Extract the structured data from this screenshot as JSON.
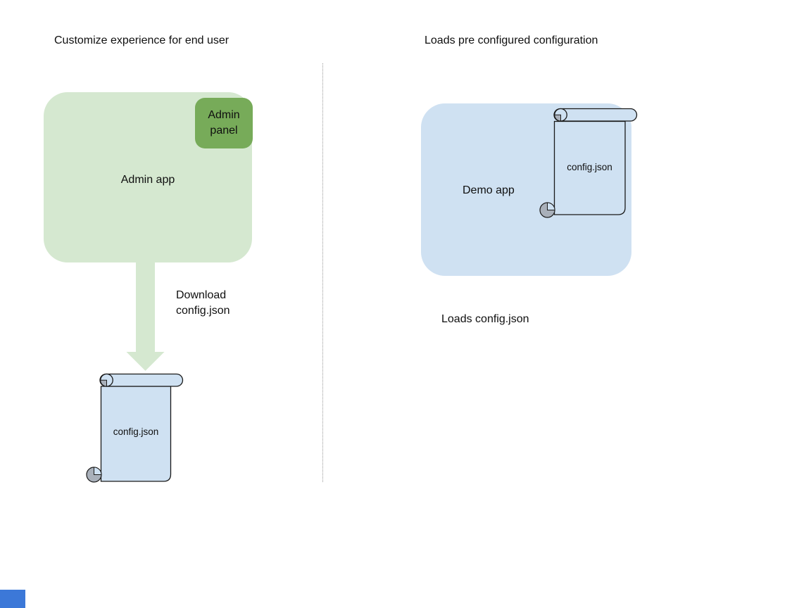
{
  "left_section": {
    "title": "Customize experience for end user",
    "app_label": "Admin app",
    "panel_label": "Admin panel",
    "arrow_label": "Download config.json",
    "file_label": "config.json"
  },
  "right_section": {
    "title": "Loads pre configured configuration",
    "app_label": "Demo app",
    "file_label": "config.json",
    "caption": "Loads config.json"
  },
  "icons": {
    "down_arrow": "download-arrow",
    "left_scroll": "config-file-scroll",
    "right_scroll": "config-file-scroll"
  },
  "colors": {
    "app_green": "#d5e8d0",
    "panel_green": "#77ab59",
    "light_blue": "#cfe1f2",
    "curl_gray": "#a9b0ba",
    "outline": "#1a1a1a",
    "divider_gray": "#999999",
    "text": "#0f0f0f",
    "corner_blue": "#3c78d8"
  }
}
